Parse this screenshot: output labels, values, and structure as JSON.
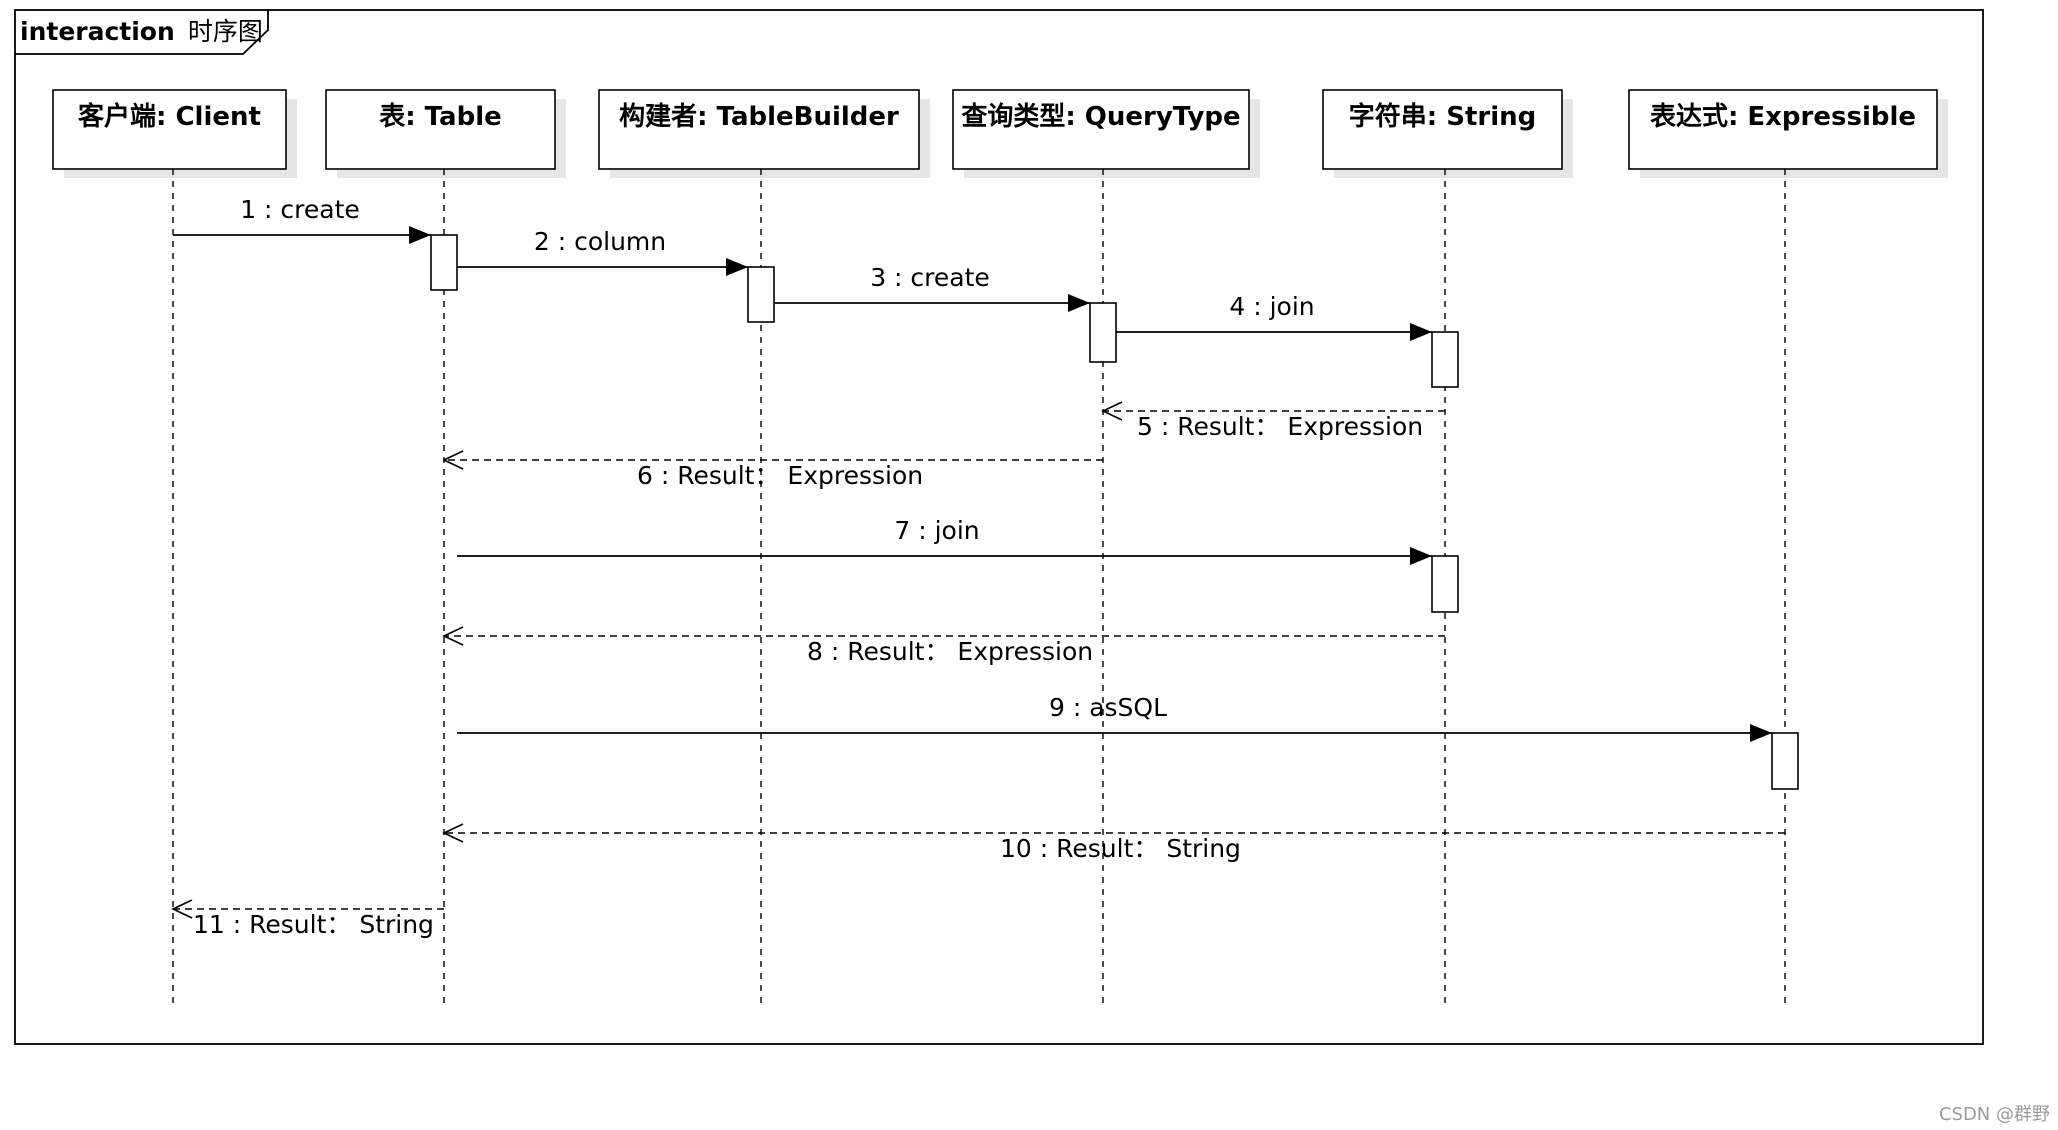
{
  "frame": {
    "keyword": "interaction",
    "name": "时序图"
  },
  "lifelines": [
    {
      "id": "client",
      "label": "客户端: Client"
    },
    {
      "id": "table",
      "label": "表: Table"
    },
    {
      "id": "builder",
      "label": "构建者: TableBuilder"
    },
    {
      "id": "querytype",
      "label": "查询类型: QueryType"
    },
    {
      "id": "string",
      "label": "字符串: String"
    },
    {
      "id": "expressible",
      "label": "表达式: Expressible"
    }
  ],
  "messages": [
    {
      "from": "client",
      "to": "table",
      "kind": "call",
      "label": "1 : create"
    },
    {
      "from": "table",
      "to": "builder",
      "kind": "call",
      "label": "2 : column"
    },
    {
      "from": "builder",
      "to": "querytype",
      "kind": "call",
      "label": "3 : create"
    },
    {
      "from": "querytype",
      "to": "string",
      "kind": "call",
      "label": "4 : join"
    },
    {
      "from": "string",
      "to": "querytype",
      "kind": "return",
      "label": "5 : Result： Expression"
    },
    {
      "from": "querytype",
      "to": "table",
      "kind": "return",
      "label": "6 : Result： Expression"
    },
    {
      "from": "table",
      "to": "string",
      "kind": "call",
      "label": "7 : join"
    },
    {
      "from": "string",
      "to": "table",
      "kind": "return",
      "label": "8 : Result： Expression"
    },
    {
      "from": "table",
      "to": "expressible",
      "kind": "call",
      "label": "9 : asSQL"
    },
    {
      "from": "expressible",
      "to": "table",
      "kind": "return",
      "label": "10 : Result： String"
    },
    {
      "from": "table",
      "to": "client",
      "kind": "return",
      "label": "11 : Result： String"
    }
  ],
  "watermark": "CSDN @群野"
}
